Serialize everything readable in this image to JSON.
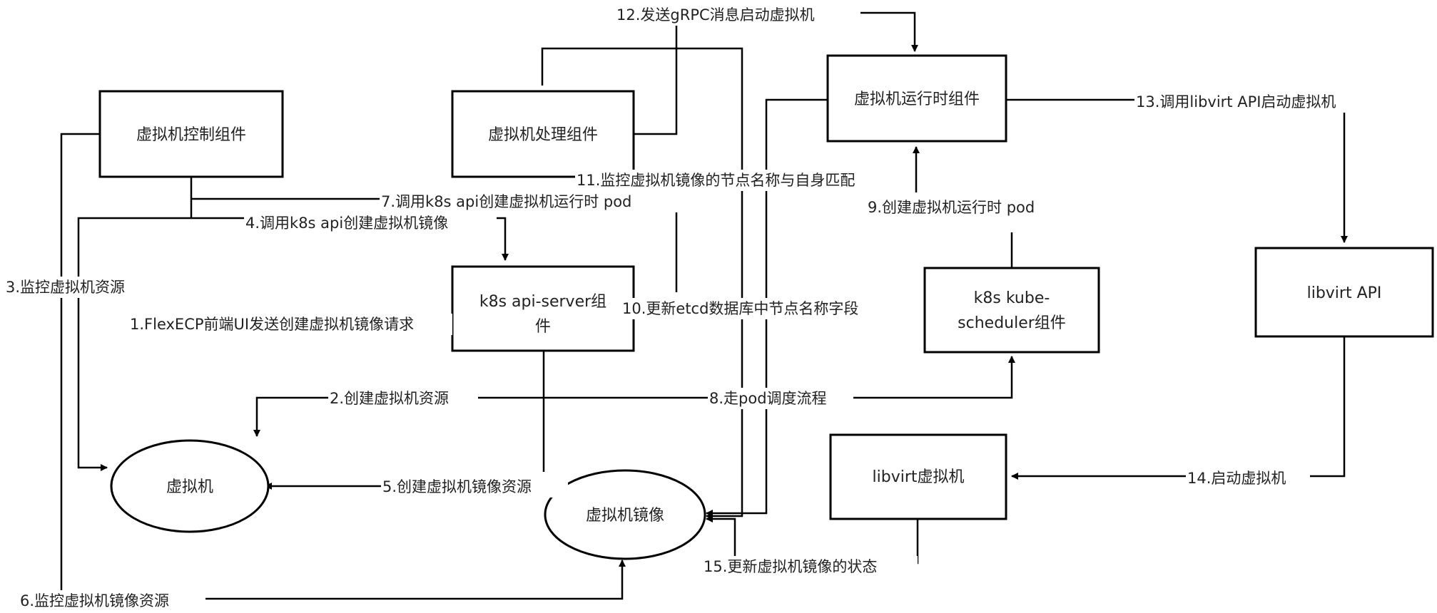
{
  "nodes": {
    "vm_control": "虚拟机控制组件",
    "vm_process": "虚拟机处理组件",
    "vm_runtime": "虚拟机运行时组件",
    "api_server_line1": "k8s api-server组",
    "api_server_line2": "件",
    "scheduler_line1": "k8s kube-",
    "scheduler_line2": "scheduler组件",
    "libvirt_api": "libvirt API",
    "libvirt_vm": "libvirt虚拟机",
    "vm": "虚拟机",
    "vm_image": "虚拟机镜像"
  },
  "steps": {
    "s1": "1.FlexECP前端UI发送创建虚拟机镜像请求",
    "s2": "2.创建虚拟机资源",
    "s3": "3.监控虚拟机资源",
    "s4": "4.调用k8s api创建虚拟机镜像",
    "s5": "5.创建虚拟机镜像资源",
    "s6": "6.监控虚拟机镜像资源",
    "s7": "7.调用k8s api创建虚拟机运行时 pod",
    "s8": "8.走pod调度流程",
    "s9": "9.创建虚拟机运行时 pod",
    "s10": "10.更新etcd数据库中节点名称字段",
    "s11": "11.监控虚拟机镜像的节点名称与自身匹配",
    "s12": "12.发送gRPC消息启动虚拟机",
    "s13": "13.调用libvirt API启动虚拟机",
    "s14": "14.启动虚拟机",
    "s15": "15.更新虚拟机镜像的状态"
  }
}
